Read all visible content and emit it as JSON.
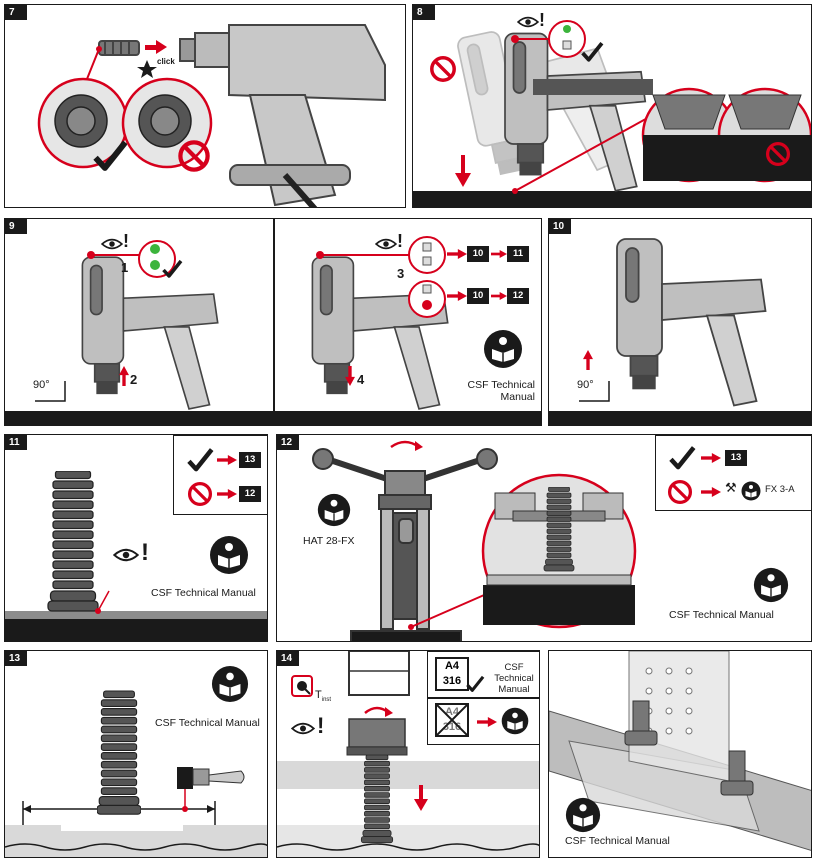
{
  "steps": {
    "s7": "7",
    "s8": "8",
    "s9": "9",
    "s10": "10",
    "s11": "11",
    "s12": "12",
    "s13": "13",
    "s14": "14"
  },
  "panel7": {
    "click_label": "click"
  },
  "panel9": {
    "sub1": "1",
    "sub2": "2",
    "sub3": "3",
    "sub4": "4",
    "angle": "90°",
    "goto_a": "10",
    "goto_b": "11",
    "goto_c": "10",
    "goto_d": "12",
    "manual_label_line1": "CSF Technical",
    "manual_label_line2": "Manual"
  },
  "panel10": {
    "angle": "90°"
  },
  "panel11": {
    "ok_goto": "13",
    "no_goto": "12",
    "manual_label": "CSF Technical Manual"
  },
  "panel12": {
    "ok_goto": "13",
    "tool_label": "FX 3-A",
    "device_label": "HAT 28-FX",
    "manual_label": "CSF Technical Manual"
  },
  "panel13": {
    "manual_label": "CSF Technical Manual"
  },
  "panel14": {
    "torque_symbol": "T",
    "torque_sub": "inst",
    "material_top": "A4",
    "material_bottom": "316",
    "material_x_top": "A4",
    "material_x_bottom": "316",
    "manual_line1": "CSF",
    "manual_line2": "Technical",
    "manual_line3": "Manual"
  },
  "panel15": {
    "manual_label": "CSF Technical Manual"
  },
  "colors": {
    "accent": "#d6001c",
    "dark": "#1a1a1a",
    "grey": "#8c8c8c",
    "light": "#d9d9d9",
    "ok_green": "#3cb43c"
  }
}
